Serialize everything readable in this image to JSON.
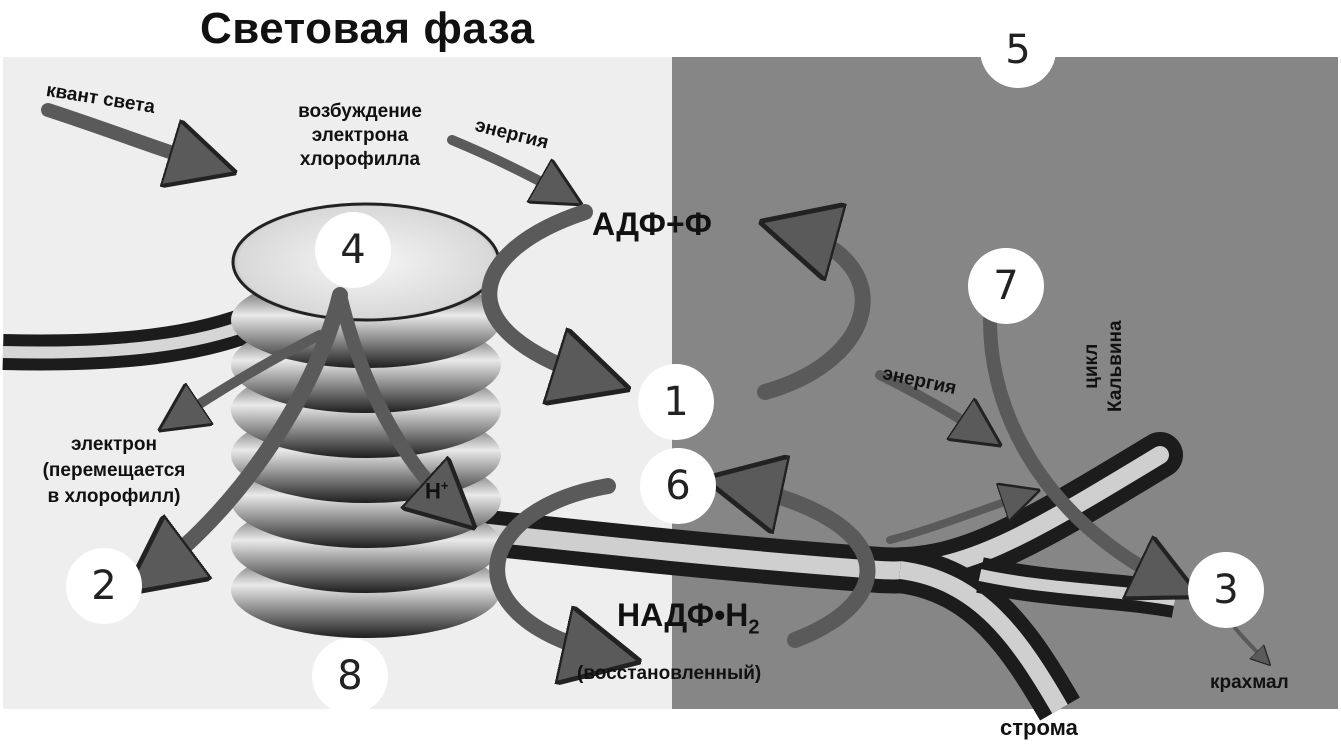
{
  "title": "Световая фаза",
  "labels": {
    "light_quantum": "квант света",
    "excitation_line1": "возбуждение",
    "excitation_line2": "электрона",
    "excitation_line3": "хлорофилла",
    "energy_top": "энергия",
    "adp": "АДФ+Ф",
    "energy_mid": "энергия",
    "calvin_line1": "цикл",
    "calvin_line2": "Кальвина",
    "electron_line1": "электрон",
    "electron_line2": "(перемещается",
    "electron_line3": "в хлорофилл)",
    "h_plus": "H",
    "h_plus_sup": "+",
    "nadph": "НАДФ•Н",
    "nadph_sub": "2",
    "restored": "(восстановленный)",
    "starch": "крахмал",
    "stroma": "строма"
  },
  "markers": {
    "m1": "1",
    "m2": "2",
    "m3": "3",
    "m4": "4",
    "m5": "5",
    "m6": "6",
    "m7": "7",
    "m8": "8"
  },
  "colors": {
    "light_bg": "#eeeeee",
    "dark_bg": "#868686",
    "arrow": "#5a5a5a",
    "text": "#111111"
  }
}
